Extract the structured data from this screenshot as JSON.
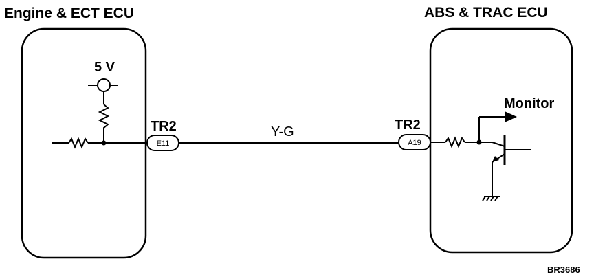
{
  "left_ecu": {
    "title": "Engine & ECT ECU",
    "supply_voltage": "5 V",
    "connector_label": "TR2",
    "pin_label": "E11"
  },
  "right_ecu": {
    "title": "ABS & TRAC ECU",
    "connector_label": "TR2",
    "pin_label": "A19",
    "monitor_label": "Monitor"
  },
  "wire": {
    "color_code": "Y-G"
  },
  "figure_id": "BR3686",
  "colors": {
    "line": "#000000",
    "background": "#ffffff"
  }
}
